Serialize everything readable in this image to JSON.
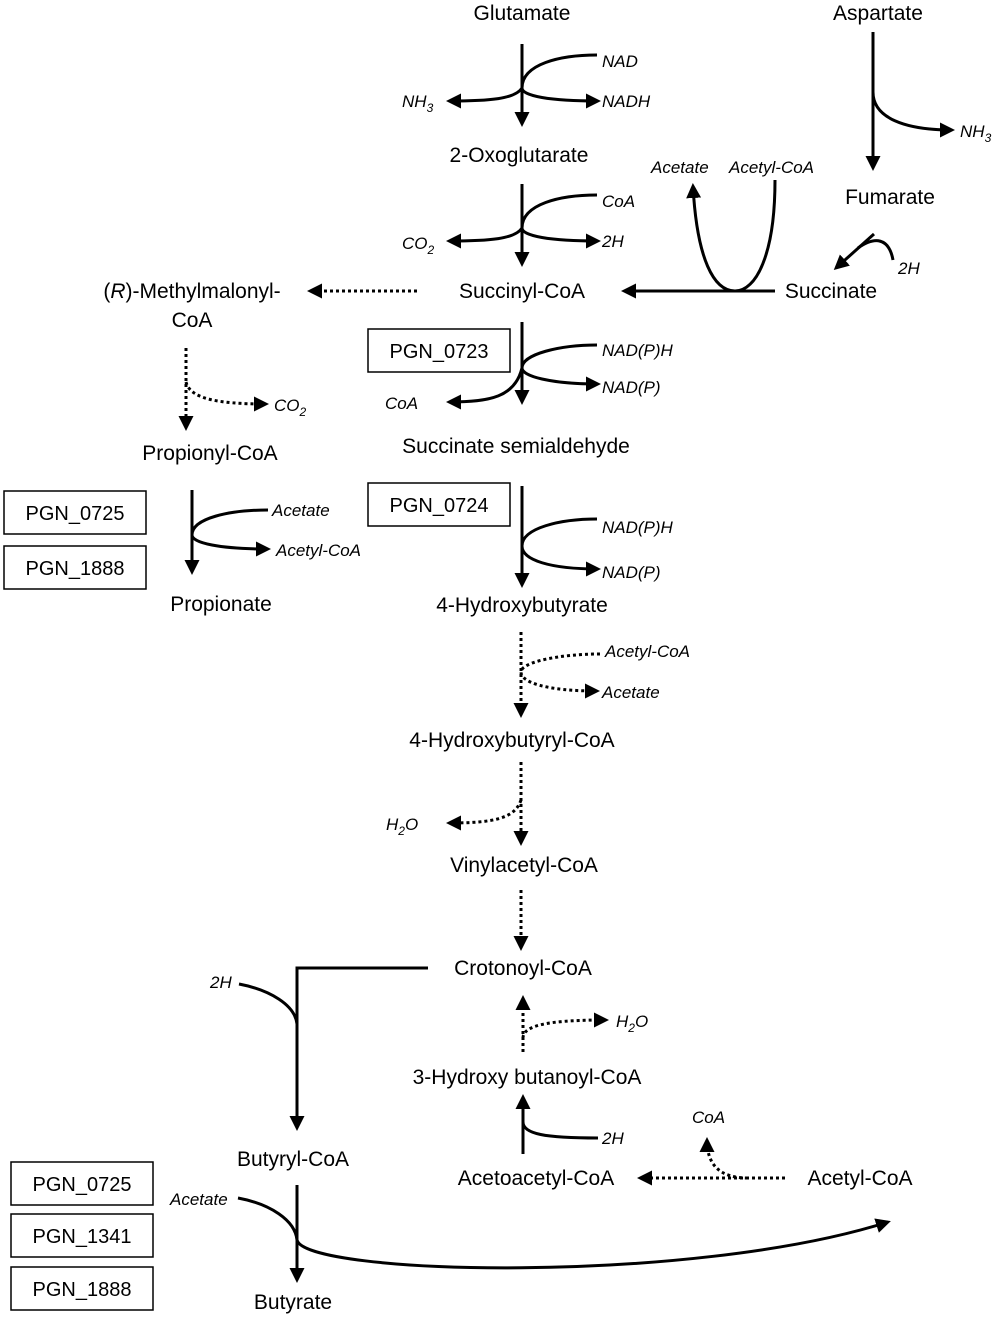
{
  "metabolites": {
    "glutamate": "Glutamate",
    "aspartate": "Aspartate",
    "oxoglutarate": "2-Oxoglutarate",
    "fumarate": "Fumarate",
    "succinate": "Succinate",
    "succinyl_coa": "Succinyl-CoA",
    "methylmalonyl_prefix": "(",
    "methylmalonyl_r": "R",
    "methylmalonyl_suffix": ")-Methylmalonyl-",
    "methylmalonyl_line2": "CoA",
    "propionyl_coa": "Propionyl-CoA",
    "propionate": "Propionate",
    "succinate_semialdehyde": "Succinate semialdehyde",
    "hydroxybutyrate": "4-Hydroxybutyrate",
    "hydroxybutyryl_coa": "4-Hydroxybutyryl-CoA",
    "vinylacetyl_coa": "Vinylacetyl-CoA",
    "crotonoyl_coa": "Crotonoyl-CoA",
    "hydroxybutanoyl_coa": "3-Hydroxy butanoyl-CoA",
    "acetoacetyl_coa": "Acetoacetyl-CoA",
    "acetyl_coa": "Acetyl-CoA",
    "butyryl_coa": "Butyryl-CoA",
    "butyrate": "Butyrate"
  },
  "cofactors": {
    "nad": "NAD",
    "nadh": "NADH",
    "nh": "NH",
    "nh_sub": "3",
    "coa": "CoA",
    "co": "CO",
    "co2_sub": "2",
    "two_h": "2H",
    "acetate": "Acetate",
    "acetyl_coa": "Acetyl-CoA",
    "nadph": "NAD(P)H",
    "nadp": "NAD(P)",
    "h": "H",
    "h2o_sub": "2",
    "h2o_o": "O"
  },
  "genes": {
    "pgn_0723": "PGN_0723",
    "pgn_0724": "PGN_0724",
    "pgn_0725": "PGN_0725",
    "pgn_1888": "PGN_1888",
    "pgn_1341": "PGN_1341"
  }
}
